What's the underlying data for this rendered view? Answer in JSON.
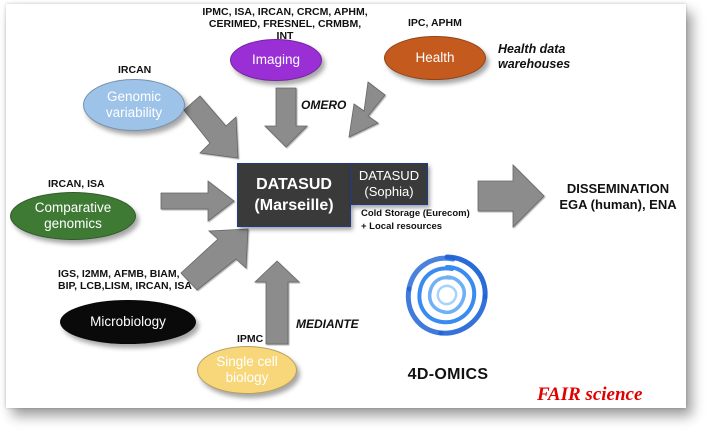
{
  "imaging": {
    "partners_line1": "IPMC, ISA, IRCAN, CRCM, APHM,",
    "partners_line2": "CERIMED, FRESNEL, CRMBM, INT",
    "label": "Imaging",
    "color": "#9b2fd6"
  },
  "health": {
    "partners": "IPC, APHM",
    "label": "Health",
    "color": "#c45a1e",
    "note_line1": "Health data",
    "note_line2": "warehouses"
  },
  "genomic": {
    "partners": "IRCAN",
    "label_line1": "Genomic",
    "label_line2": "variability",
    "color": "#9ec3e8"
  },
  "comparative": {
    "partners": "IRCAN, ISA",
    "label_line1": "Comparative",
    "label_line2": "genomics",
    "color": "#3f7a35"
  },
  "microbiology": {
    "partners_line1": "IGS, I2MM, AFMB, BIAM,",
    "partners_line2": "BIP, LCB,LISM, IRCAN, ISA",
    "label": "Microbiology",
    "color": "#0a0a0a"
  },
  "singlecell": {
    "partners": "IPMC",
    "label_line1": "Single cell",
    "label_line2": "biology",
    "color": "#f7d77a"
  },
  "omero": "OMERO",
  "mediante": "MEDIANTE",
  "datasud_marseille": {
    "line1": "DATASUD",
    "line2": "(Marseille)"
  },
  "datasud_sophia": {
    "line1": "DATASUD",
    "line2": "(Sophia)"
  },
  "storage": {
    "line1": "Cold Storage (Eurecom)",
    "line2": "+ Local resources"
  },
  "dissemination": {
    "line1": "DISSEMINATION",
    "line2": "EGA (human), ENA"
  },
  "logo_text": "4D-OMICS",
  "fair": "FAIR science",
  "colors": {
    "arrow": "#8c8c8c",
    "datasud": "#3a3a3a",
    "fair": "#e00000",
    "logo_blue": "#1e63d6"
  }
}
